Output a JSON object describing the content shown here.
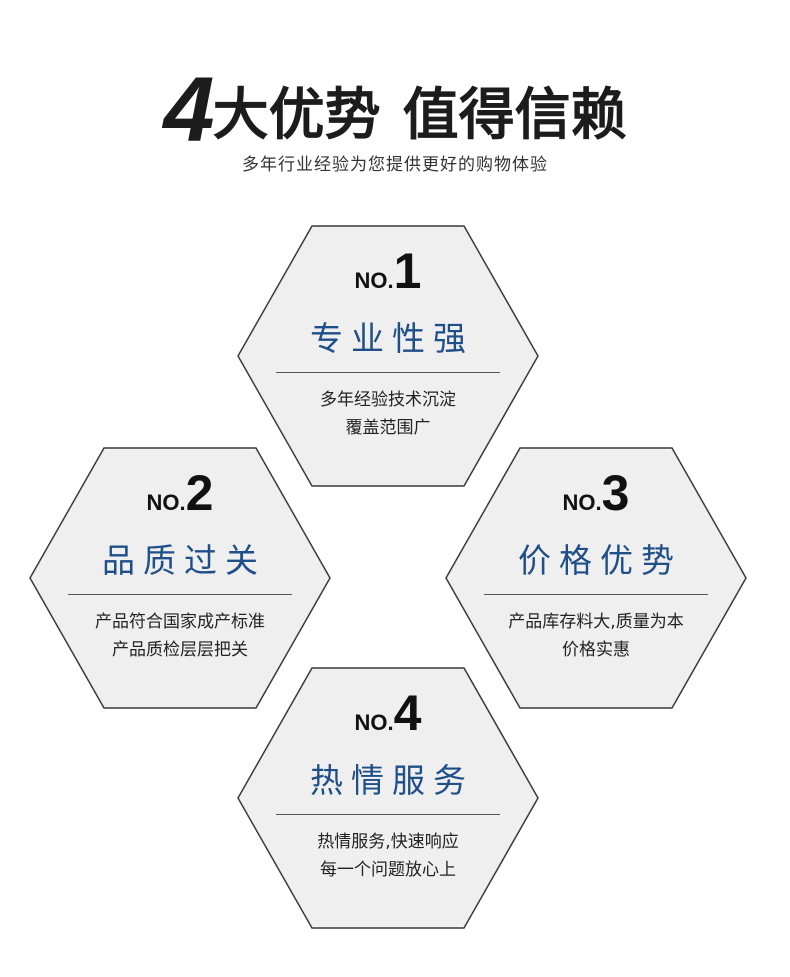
{
  "header": {
    "number": "4",
    "title_part1": "大优势",
    "title_part2": "值得信赖",
    "subtitle": "多年行业经验为您提供更好的购物体验"
  },
  "colors": {
    "hex_fill": "#efefef",
    "hex_stroke": "#3a3a3a",
    "title_blue": "#1f4f88"
  },
  "features": [
    {
      "prefix": "NO.",
      "number": "1",
      "title": "专业性强",
      "line1": "多年经验技术沉淀",
      "line2": "覆盖范围广"
    },
    {
      "prefix": "NO.",
      "number": "2",
      "title": "品质过关",
      "line1": "产品符合国家成产标准",
      "line2": "产品质检层层把关"
    },
    {
      "prefix": "NO.",
      "number": "3",
      "title": "价格优势",
      "line1": "产品库存料大,质量为本",
      "line2": "价格实惠"
    },
    {
      "prefix": "NO.",
      "number": "4",
      "title": "热情服务",
      "line1": "热情服务,快速响应",
      "line2": "每一个问题放心上"
    }
  ]
}
